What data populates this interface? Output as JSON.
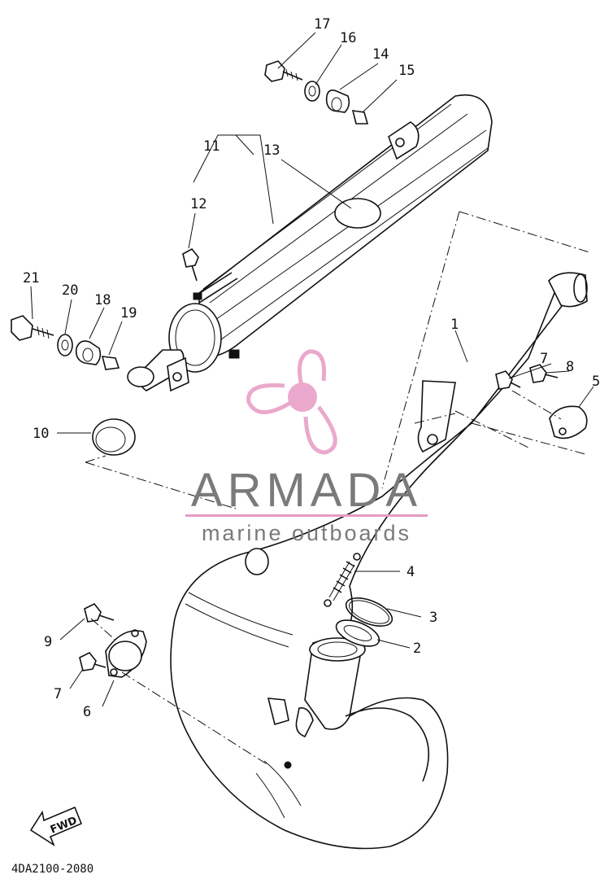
{
  "labels": {
    "p1": "1",
    "p2": "2",
    "p3": "3",
    "p4": "4",
    "p5": "5",
    "p6": "6",
    "p7a": "7",
    "p7b": "7",
    "p8": "8",
    "p9": "9",
    "p10": "10",
    "p11": "11",
    "p12": "12",
    "p13": "13",
    "p14": "14",
    "p15": "15",
    "p16": "16",
    "p17": "17",
    "p18": "18",
    "p19": "19",
    "p20": "20",
    "p21": "21"
  },
  "fwd": "FWD",
  "drawing_code": "4DA2100-2080",
  "watermark": {
    "name": "ARMADA",
    "tagline": "marine outboards",
    "name_color": "#7a7a7a",
    "accent_color": "#e79bc4"
  }
}
